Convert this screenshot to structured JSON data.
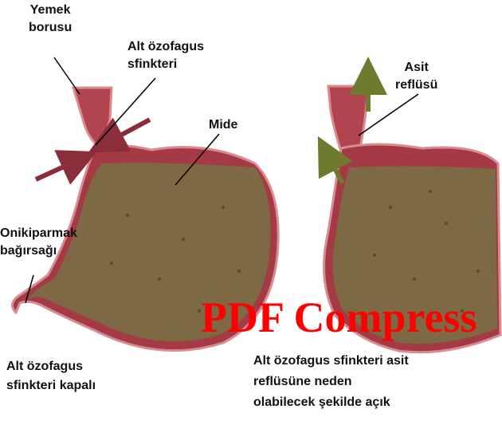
{
  "labels": {
    "yemek_borusu": [
      "Yemek",
      "borusu"
    ],
    "alt_ozofagus_sfinkteri": [
      "Alt özofagus",
      "sfinkteri"
    ],
    "mide": "Mide",
    "onikiparmak": [
      "Onikiparmak",
      "bağırsağı"
    ],
    "asit_reflusu": [
      "Asit",
      "reflüsü"
    ]
  },
  "captions": {
    "left": [
      "Alt özofagus",
      "sfinkteri kapalı"
    ],
    "right": [
      "Alt özofagus sfinkteri asit",
      "reflüsüne neden",
      "olabilecek şekilde açık"
    ]
  },
  "watermark": "PDF Compress",
  "colors": {
    "stomach_wall": "#a33a45",
    "stomach_edge": "#d98c90",
    "contents": "#7d6a45",
    "esophagus_fill": "#b04550",
    "closing_arrow": "#8a2e3c",
    "reflux_arrow": "#6f7a2e",
    "watermark": "#ff0000"
  }
}
